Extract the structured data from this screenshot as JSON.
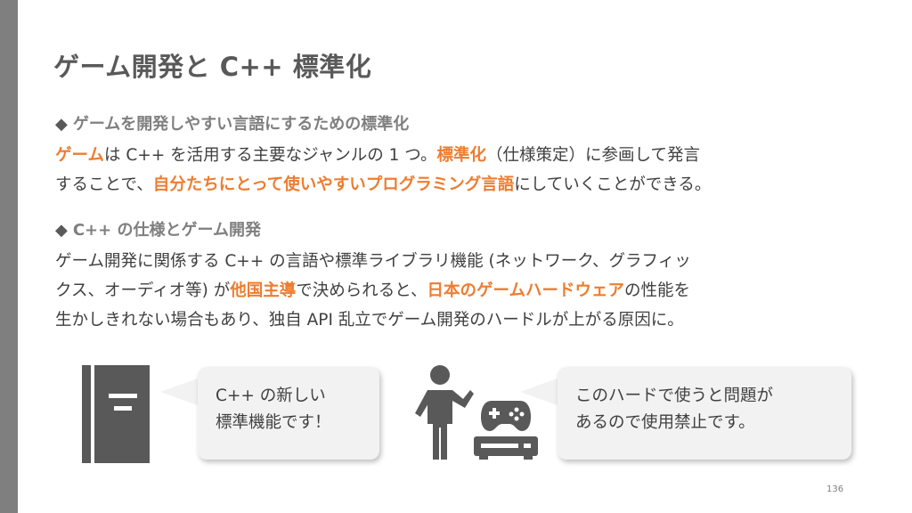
{
  "slide": {
    "title": "ゲーム開発と C++ 標準化",
    "page_number": "136"
  },
  "section1": {
    "bullet": "◆",
    "heading": "ゲームを開発しやすい言語にするための標準化",
    "line1": [
      {
        "text": "ゲーム",
        "hl": true
      },
      {
        "text": "は C++ を活用する主要なジャンルの 1 つ。",
        "hl": false
      },
      {
        "text": "標準化",
        "hl": true
      },
      {
        "text": "（仕様策定）に参画して発言",
        "hl": false
      }
    ],
    "line2": [
      {
        "text": "することで、",
        "hl": false
      },
      {
        "text": "自分たちにとって使いやすいプログラミング言語",
        "hl": true
      },
      {
        "text": "にしていくことができる。",
        "hl": false
      }
    ]
  },
  "section2": {
    "bullet": "◆",
    "heading": "C++ の仕様とゲーム開発",
    "line1": [
      {
        "text": "ゲーム開発に関係する C++ の言語や標準ライブラリ機能 (ネットワーク、グラフィッ",
        "hl": false
      }
    ],
    "line2": [
      {
        "text": "クス、オーディオ等) が",
        "hl": false
      },
      {
        "text": "他国主導",
        "hl": true
      },
      {
        "text": "で決められると、",
        "hl": false
      },
      {
        "text": "日本のゲームハードウェア",
        "hl": true
      },
      {
        "text": "の性能を",
        "hl": false
      }
    ],
    "line3": [
      {
        "text": "生かしきれない場合もあり、独自 API 乱立でゲーム開発のハードルが上がる原因に。",
        "hl": false
      }
    ]
  },
  "bubble_left": {
    "line1": "C++ の新しい",
    "line2": "標準機能です！"
  },
  "bubble_right": {
    "line1": "このハードで使うと問題が",
    "line2": "あるので使用禁止です。"
  },
  "icons": [
    "book-icon",
    "person-icon",
    "game-controller-icon",
    "game-console-icon"
  ],
  "colors": {
    "highlight": "#ed7d31",
    "left_bar": "#7f7f7f",
    "icon": "#595959",
    "bubble": "#f2f2f2"
  }
}
